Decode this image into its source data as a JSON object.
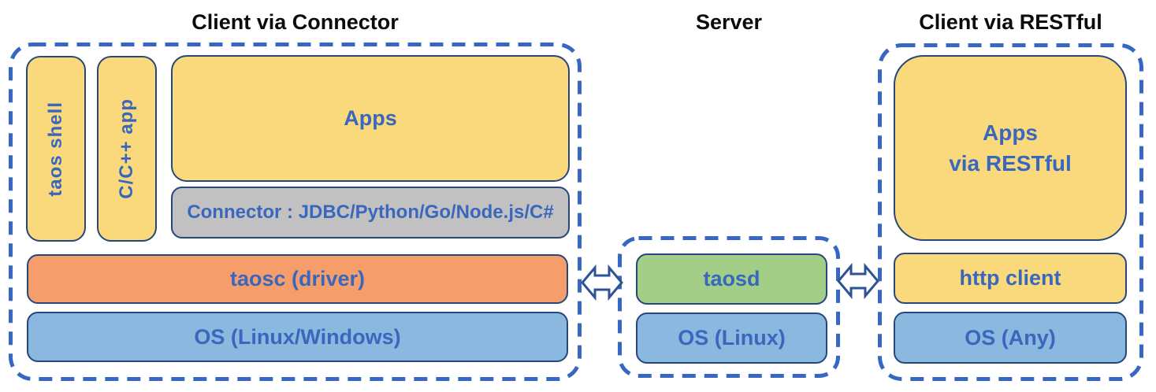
{
  "palette": {
    "yellow": "#FAD97D",
    "orange": "#F59E6B",
    "blue": "#8BB8DF",
    "green": "#A2CE87",
    "gray": "#C1C1C1",
    "box_border": "#26477E",
    "dash_border": "#3767C3",
    "arrow_border": "#2E5394",
    "label_text": "#3A67BE",
    "title_text": "#0b0b0b"
  },
  "groups": {
    "connector_client": {
      "title": "Client via Connector",
      "taos_shell": "taos shell",
      "cpp_app": "C/C++ app",
      "apps": "Apps",
      "connector": "Connector : JDBC/Python/Go/Node.js/C#",
      "taosc": "taosc (driver)",
      "os": "OS (Linux/Windows)"
    },
    "server": {
      "title": "Server",
      "taosd": "taosd",
      "os": "OS (Linux)"
    },
    "restful_client": {
      "title": "Client via RESTful",
      "apps": "Apps\nvia RESTful",
      "http_client": "http client",
      "os": "OS (Any)"
    }
  },
  "icons": {
    "left_link": "double-headed-arrow",
    "right_link": "double-headed-arrow"
  }
}
